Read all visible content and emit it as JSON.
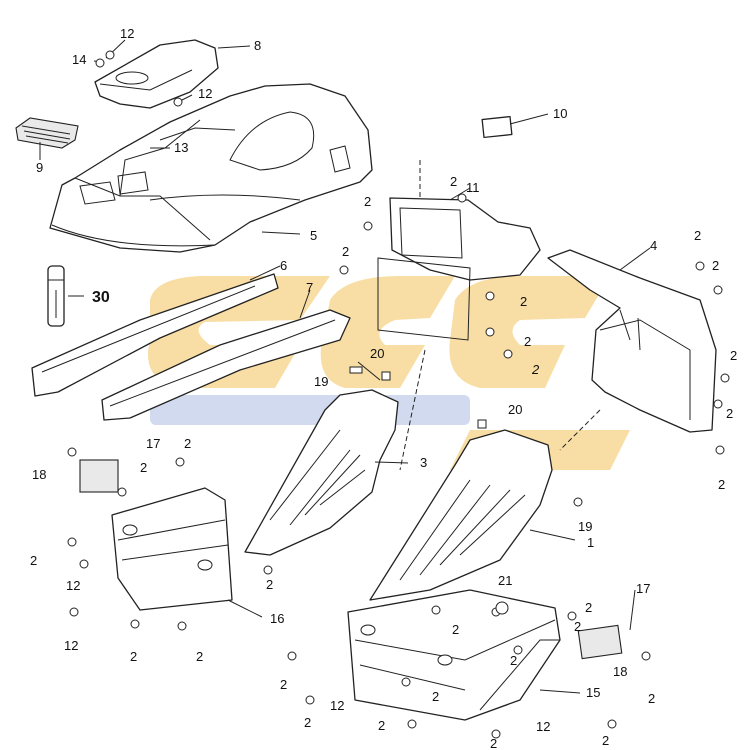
{
  "diagram": {
    "callouts": {
      "c2a": "2",
      "c2b": "2",
      "c2c": "2",
      "c2d": "2",
      "c2e": "2",
      "c2f": "2",
      "c2g": "2",
      "c2h": "2",
      "c2i": "2",
      "c2j": "2",
      "c2k": "2",
      "c2l": "2",
      "c2m": "2",
      "c2n": "2",
      "c2o": "2",
      "c2p": "2",
      "c2q": "2",
      "c2r": "2",
      "c2s": "2",
      "c2t": "2",
      "c2u": "2",
      "c2v": "2",
      "c2w": "2",
      "c2x": "2",
      "c2y": "2",
      "c2z": "2",
      "c2aa": "2",
      "c2ab": "2",
      "c1": "1",
      "c3": "3",
      "c4": "4",
      "c5": "5",
      "c6": "6",
      "c7": "7",
      "c8": "8",
      "c9": "9",
      "c10": "10",
      "c11": "11",
      "c12a": "12",
      "c12b": "12",
      "c12c": "12",
      "c12d": "12",
      "c12e": "12",
      "c12f": "12",
      "c13": "13",
      "c14": "14",
      "c15": "15",
      "c16": "16",
      "c17a": "17",
      "c17b": "17",
      "c18a": "18",
      "c18b": "18",
      "c19a": "19",
      "c19b": "19",
      "c20a": "20",
      "c20b": "20",
      "c21": "21",
      "c30": "30"
    },
    "watermark_colors": {
      "yellow": "#f3c35a",
      "blue": "#2f56b0"
    }
  }
}
